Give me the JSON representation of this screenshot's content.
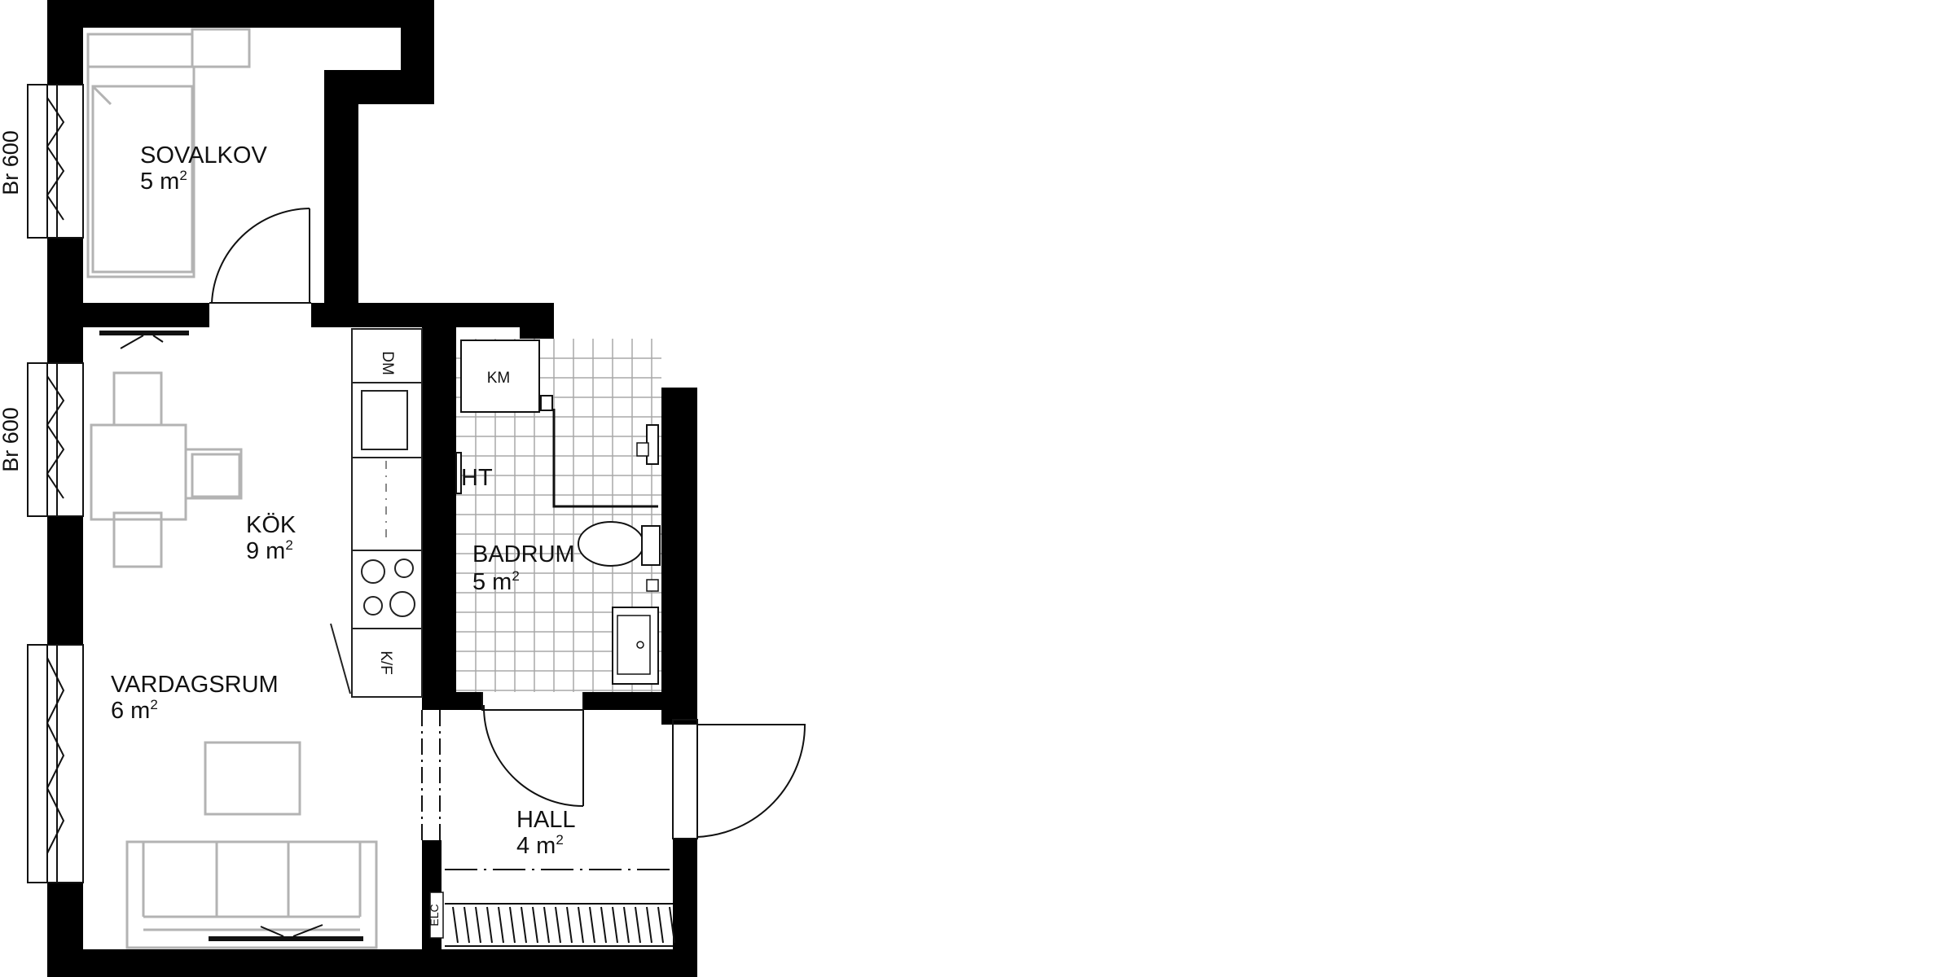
{
  "rooms": {
    "sovalkov": {
      "name": "SOVALKOV",
      "area": "5 m",
      "unit": "2"
    },
    "kok": {
      "name": "KÖK",
      "area": "9 m",
      "unit": "2"
    },
    "vardagsrum": {
      "name": "VARDAGSRUM",
      "area": "6 m",
      "unit": "2"
    },
    "badrum": {
      "name": "BADRUM",
      "area": "5 m",
      "unit": "2"
    },
    "hall": {
      "name": "HALL",
      "area": "4 m",
      "unit": "2"
    }
  },
  "fixtures": {
    "dishwasher": "DM",
    "fridge_freezer": "K/F",
    "washing_machine": "KM",
    "cabinet": "HT",
    "electrical_panel": "ELC"
  },
  "windows": {
    "upper": "Br 600",
    "middle": "Br 600"
  },
  "colors": {
    "wall": "#000000",
    "furniture": "#b3b3b3",
    "fixture": "#222222",
    "tile": "#a8a8a8"
  }
}
